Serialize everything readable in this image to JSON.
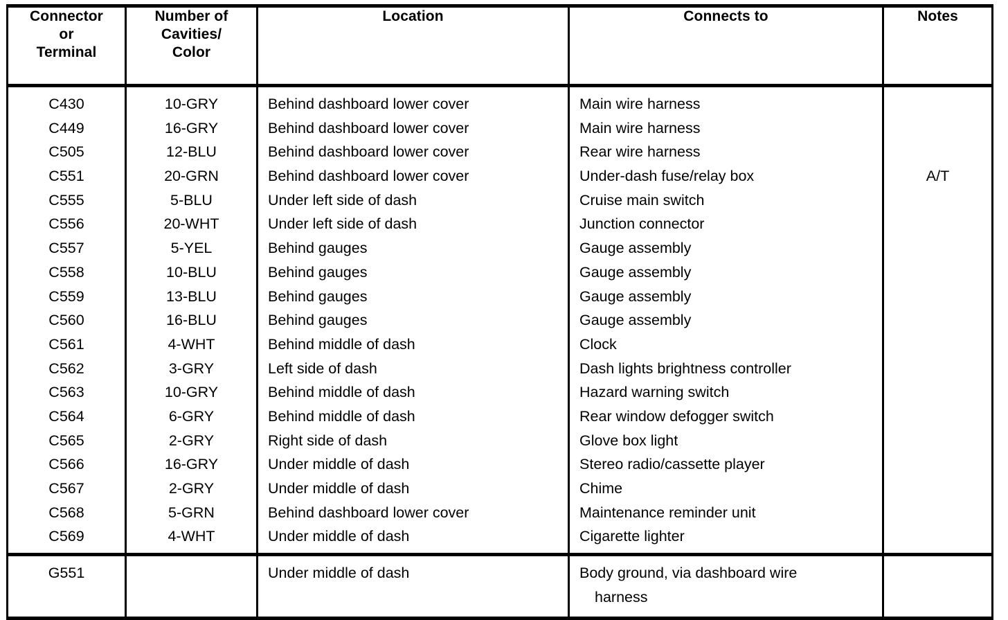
{
  "table": {
    "headers": [
      {
        "lines": [
          "Connector",
          "or",
          "Terminal"
        ]
      },
      {
        "lines": [
          "Number of",
          "Cavities/",
          "Color"
        ]
      },
      {
        "lines": [
          "Location"
        ]
      },
      {
        "lines": [
          "Connects to"
        ]
      },
      {
        "lines": [
          "Notes"
        ]
      }
    ],
    "connector_rows": [
      {
        "connector": "C430",
        "cavities": "10-GRY",
        "location": "Behind dashboard lower cover",
        "connects_to": "Main wire harness",
        "notes": ""
      },
      {
        "connector": "C449",
        "cavities": "16-GRY",
        "location": "Behind dashboard lower cover",
        "connects_to": "Main wire harness",
        "notes": ""
      },
      {
        "connector": "C505",
        "cavities": "12-BLU",
        "location": "Behind dashboard lower cover",
        "connects_to": "Rear wire harness",
        "notes": ""
      },
      {
        "connector": "C551",
        "cavities": "20-GRN",
        "location": "Behind dashboard lower cover",
        "connects_to": "Under-dash fuse/relay box",
        "notes": "A/T"
      },
      {
        "connector": "C555",
        "cavities": "5-BLU",
        "location": "Under left side of dash",
        "connects_to": "Cruise main switch",
        "notes": ""
      },
      {
        "connector": "C556",
        "cavities": "20-WHT",
        "location": "Under left side of dash",
        "connects_to": "Junction connector",
        "notes": ""
      },
      {
        "connector": "C557",
        "cavities": "5-YEL",
        "location": "Behind gauges",
        "connects_to": "Gauge assembly",
        "notes": ""
      },
      {
        "connector": "C558",
        "cavities": "10-BLU",
        "location": "Behind gauges",
        "connects_to": "Gauge assembly",
        "notes": ""
      },
      {
        "connector": "C559",
        "cavities": "13-BLU",
        "location": "Behind gauges",
        "connects_to": "Gauge assembly",
        "notes": ""
      },
      {
        "connector": "C560",
        "cavities": "16-BLU",
        "location": "Behind gauges",
        "connects_to": "Gauge assembly",
        "notes": ""
      },
      {
        "connector": "C561",
        "cavities": "4-WHT",
        "location": "Behind middle of dash",
        "connects_to": "Clock",
        "notes": ""
      },
      {
        "connector": "C562",
        "cavities": "3-GRY",
        "location": "Left side of dash",
        "connects_to": "Dash lights brightness controller",
        "notes": ""
      },
      {
        "connector": "C563",
        "cavities": "10-GRY",
        "location": "Behind middle of dash",
        "connects_to": "Hazard warning switch",
        "notes": ""
      },
      {
        "connector": "C564",
        "cavities": "6-GRY",
        "location": "Behind middle of dash",
        "connects_to": "Rear window defogger switch",
        "notes": ""
      },
      {
        "connector": "C565",
        "cavities": "2-GRY",
        "location": "Right side of dash",
        "connects_to": "Glove box light",
        "notes": ""
      },
      {
        "connector": "C566",
        "cavities": "16-GRY",
        "location": "Under middle of dash",
        "connects_to": "Stereo radio/cassette player",
        "notes": ""
      },
      {
        "connector": "C567",
        "cavities": "2-GRY",
        "location": "Under middle of dash",
        "connects_to": "Chime",
        "notes": ""
      },
      {
        "connector": "C568",
        "cavities": "5-GRN",
        "location": "Behind dashboard lower cover",
        "connects_to": "Maintenance reminder unit",
        "notes": ""
      },
      {
        "connector": "C569",
        "cavities": "4-WHT",
        "location": "Under middle of dash",
        "connects_to": "Cigarette lighter",
        "notes": ""
      }
    ],
    "ground_row": {
      "connector": "G551",
      "cavities": "",
      "location": "Under middle of dash",
      "connects_to_line1": "Body ground, via dashboard wire",
      "connects_to_line2": "harness",
      "notes": ""
    }
  }
}
